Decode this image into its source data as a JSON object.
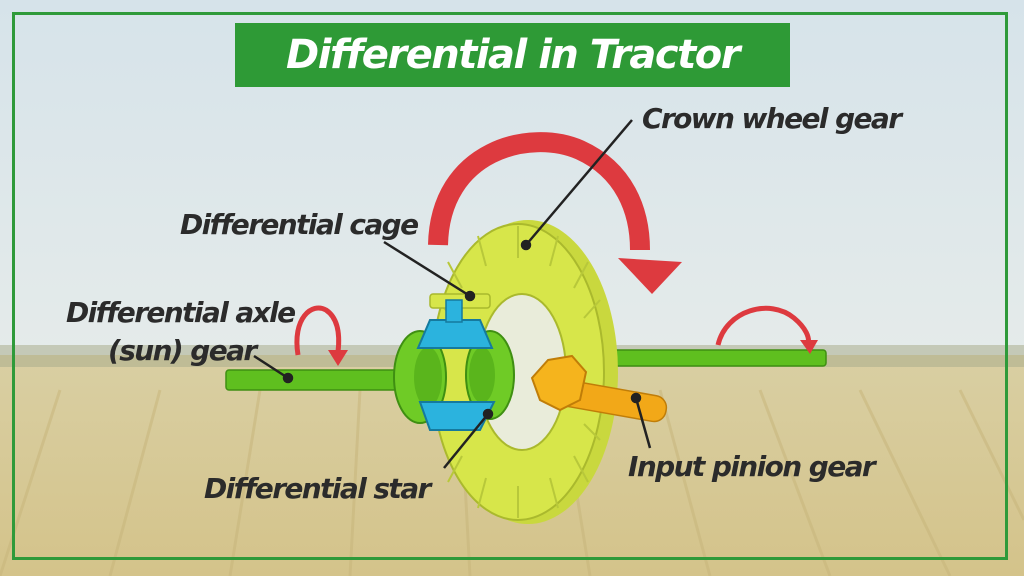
{
  "title": "Differential in Tractor",
  "labels": {
    "crown_wheel_gear": "Crown wheel gear",
    "differential_cage": "Differential cage",
    "differential_axle_line1": "Differential axle",
    "differential_axle_line2": "(sun) gear",
    "differential_star": "Differential star",
    "input_pinion_gear": "Input pinion gear"
  },
  "colors": {
    "frame_green": "#2f9a3a",
    "title_bg": "#2e9a36",
    "axle_green": "#5fbf1f",
    "crown_yellow": "#d7e64a",
    "star_blue": "#2bb3de",
    "pinion_orange": "#f2a818",
    "arrow_red": "#dd3a3f"
  }
}
